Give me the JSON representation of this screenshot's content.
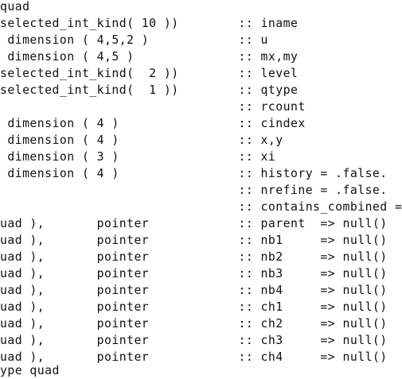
{
  "code_lines": [
    "quad",
    "selected_int_kind( 10 ))        :: iname",
    " dimension ( 4,5,2 )            :: u",
    " dimension ( 4,5 )              :: mx,my",
    "selected_int_kind(  2 ))        :: level",
    "selected_int_kind(  1 ))        :: qtype",
    "                                :: rcount",
    " dimension ( 4 )                :: cindex",
    " dimension ( 4 )                :: x,y",
    " dimension ( 3 )                :: xi",
    " dimension ( 4 )                :: history = .false.",
    "                                :: nrefine = .false.",
    "                                :: contains_combined =",
    "uad ),       pointer            :: parent  => null()",
    "uad ),       pointer            :: nb1     => null()",
    "uad ),       pointer            :: nb2     => null()",
    "uad ),       pointer            :: nb3     => null()",
    "uad ),       pointer            :: nb4     => null()",
    "uad ),       pointer            :: ch1     => null()",
    "uad ),       pointer            :: ch2     => null()",
    "uad ),       pointer            :: ch3     => null()",
    "uad ),       pointer            :: ch4     => null()",
    "ype quad"
  ]
}
